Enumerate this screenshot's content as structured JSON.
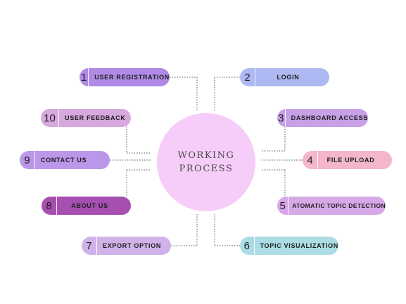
{
  "hub": {
    "line1": "WORKING",
    "line2": "PROCESS"
  },
  "steps": [
    {
      "num": "1",
      "label": "USER REGISTRATION"
    },
    {
      "num": "2",
      "label": "LOGIN"
    },
    {
      "num": "3",
      "label": "DASHBOARD ACCESS"
    },
    {
      "num": "4",
      "label": "FILE UPLOAD"
    },
    {
      "num": "5",
      "label": "ATOMATIC TOPIC DETECTION"
    },
    {
      "num": "6",
      "label": "TOPIC VISUALIZATION"
    },
    {
      "num": "7",
      "label": "EXPORT OPTION"
    },
    {
      "num": "8",
      "label": "ABOUT US"
    },
    {
      "num": "9",
      "label": "CONTACT US"
    },
    {
      "num": "10",
      "label": "USER FEEDBACK"
    }
  ],
  "colors": {
    "hub": "#f6cdf8",
    "step1": "#b08ae6",
    "step2": "#aeb8f2",
    "step3": "#c7a0e6",
    "step4": "#f3b6cb",
    "step5": "#d7a8e6",
    "step6": "#acdde4",
    "step7": "#cfb3e8",
    "step8": "#a64fb0",
    "step9": "#bb97ea",
    "step10": "#d6a8de"
  }
}
